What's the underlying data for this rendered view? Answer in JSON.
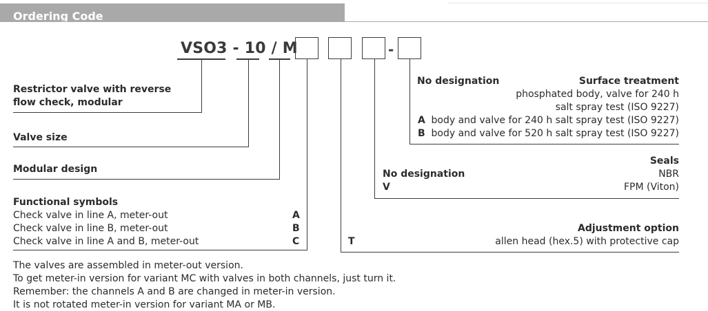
{
  "header": {
    "title": "Ordering Code"
  },
  "code": {
    "prefix": "VSO3 - 10 / M",
    "dash": "-"
  },
  "left": {
    "restrictor_line1": "Restrictor valve with reverse",
    "restrictor_line2": "flow check, modular",
    "valve_size": "Valve size",
    "modular_design": "Modular design",
    "functional_symbols": "Functional symbols",
    "fs_rows": [
      {
        "label": "Check valve in line A, meter-out",
        "code": "A"
      },
      {
        "label": "Check valve in line B, meter-out",
        "code": "B"
      },
      {
        "label": "Check valve in line A and B, meter-out",
        "code": "C"
      }
    ]
  },
  "surface": {
    "no_designation": "No designation",
    "title": "Surface treatment",
    "line1": "phosphated body, valve for 240 h",
    "line2": "salt spray test (ISO 9227)",
    "rowA_code": "A",
    "rowA_text": "body and valve for 240 h salt spray test (ISO 9227)",
    "rowB_code": "B",
    "rowB_text": "body and valve for 520 h salt spray test (ISO 9227)"
  },
  "seals": {
    "title": "Seals",
    "no_designation": "No designation",
    "nbr": "NBR",
    "v_code": "V",
    "fpm": "FPM (Viton)"
  },
  "adjustment": {
    "title": "Adjustment option",
    "t_code": "T",
    "text": "allen head (hex.5) with protective cap"
  },
  "notes": [
    "The valves are assembled in meter-out version.",
    "To get meter-in version for variant MC with valves in both channels, just turn it.",
    "Remember: the channels A and B are changed in meter-in version.",
    "It is not rotated meter-in version for variant MA or MB."
  ]
}
